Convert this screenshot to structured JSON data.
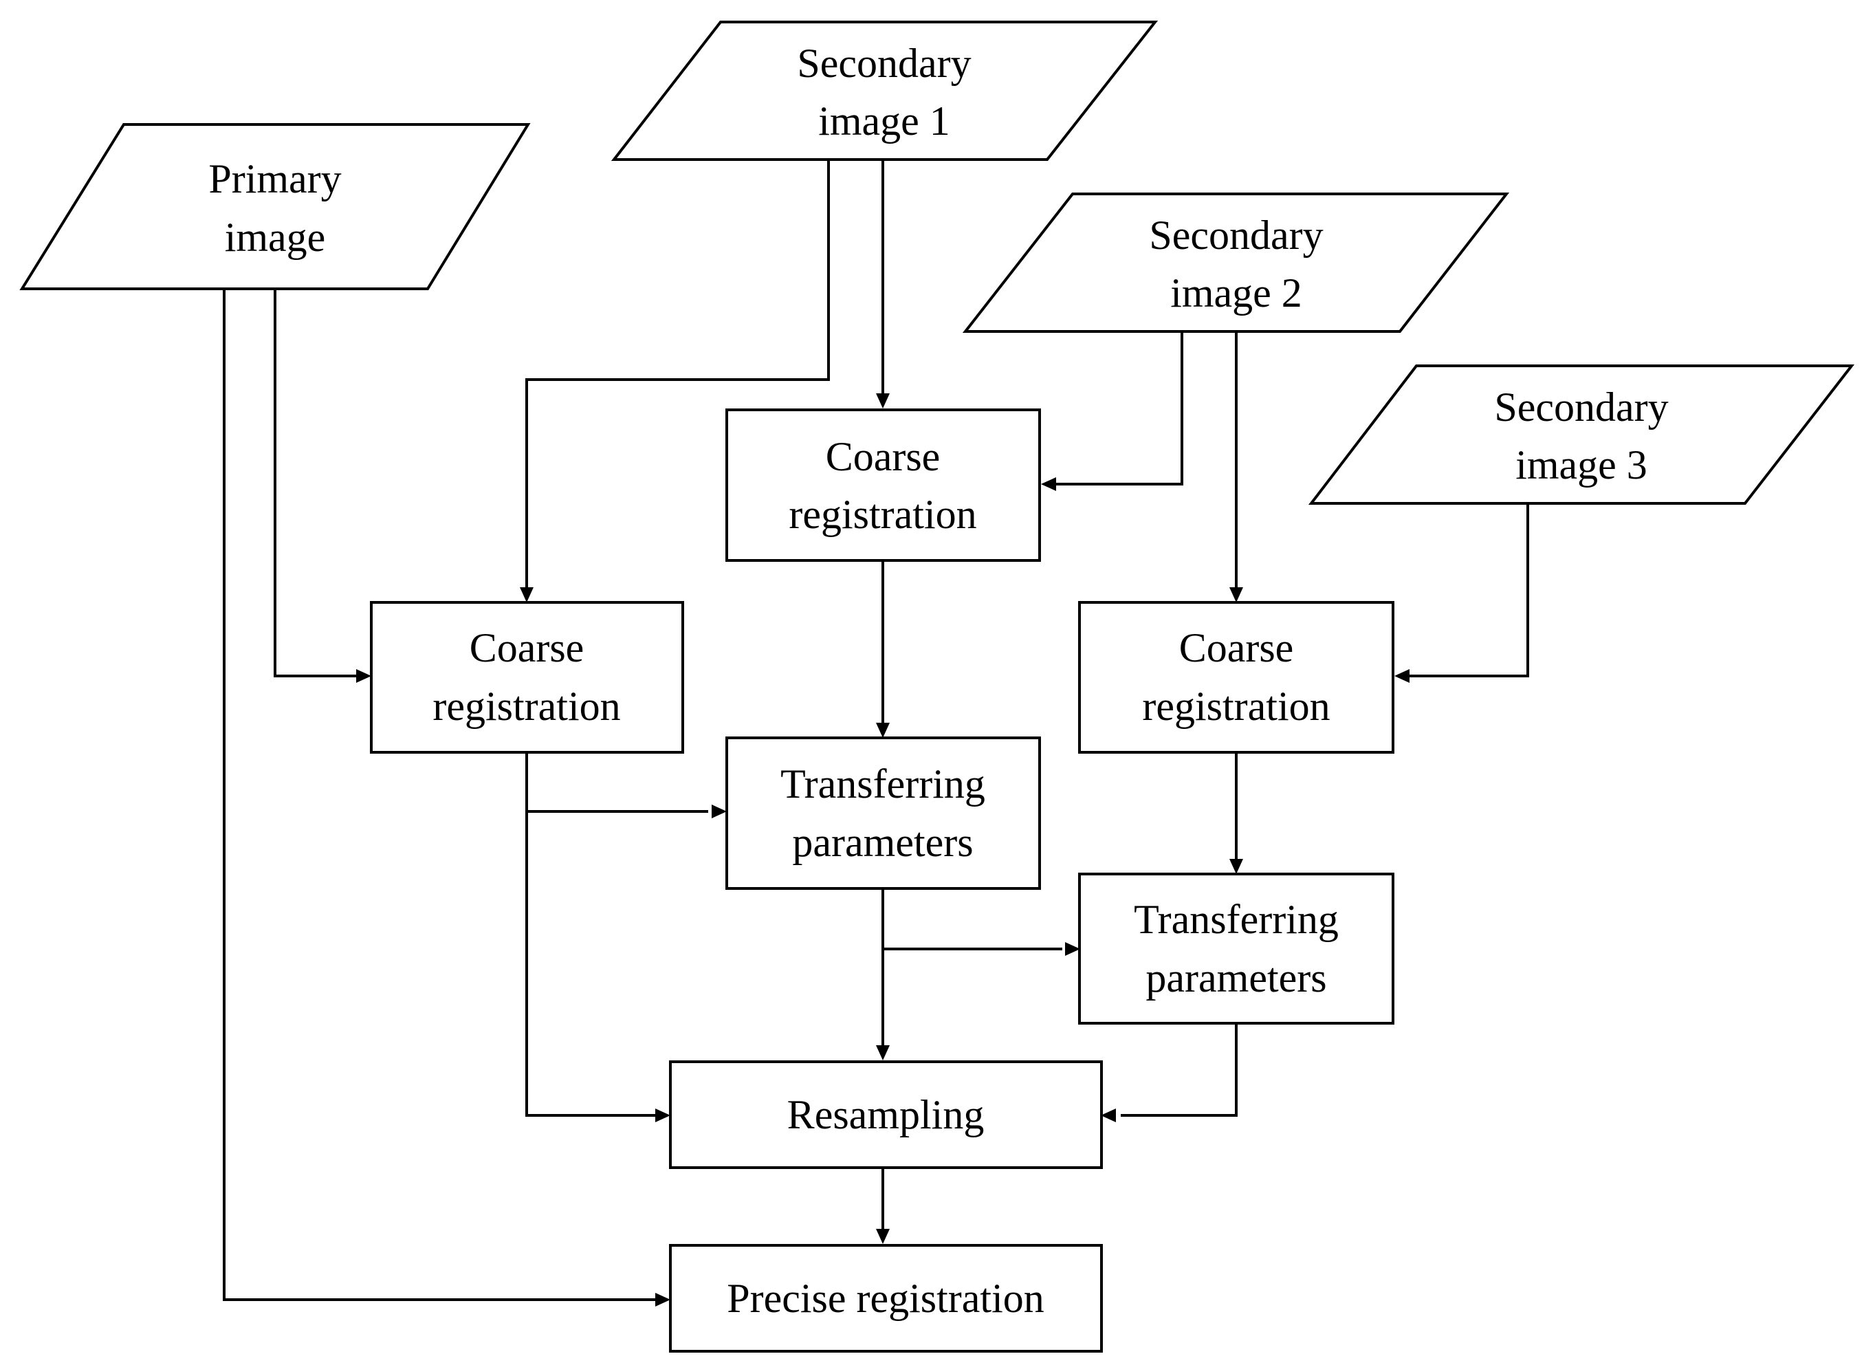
{
  "diagram": {
    "nodes": {
      "primary": {
        "line1": "Primary",
        "line2": "image"
      },
      "secondary1": {
        "line1": "Secondary",
        "line2": "image 1"
      },
      "secondary2": {
        "line1": "Secondary",
        "line2": "image 2"
      },
      "secondary3": {
        "line1": "Secondary",
        "line2": "image 3"
      },
      "coarse_left": {
        "line1": "Coarse",
        "line2": "registration"
      },
      "coarse_mid": {
        "line1": "Coarse",
        "line2": "registration"
      },
      "coarse_right": {
        "line1": "Coarse",
        "line2": "registration"
      },
      "transfer_mid": {
        "line1": "Transferring",
        "line2": "parameters"
      },
      "transfer_right": {
        "line1": "Transferring",
        "line2": "parameters"
      },
      "resampling": {
        "label": "Resampling"
      },
      "precise": {
        "label": "Precise registration"
      }
    },
    "edges": [
      {
        "from": "Primary image",
        "to": "Coarse registration (left)"
      },
      {
        "from": "Primary image",
        "to": "Precise registration"
      },
      {
        "from": "Secondary image 1",
        "to": "Coarse registration (left)"
      },
      {
        "from": "Secondary image 1",
        "to": "Coarse registration (middle)"
      },
      {
        "from": "Secondary image 2",
        "to": "Coarse registration (middle)"
      },
      {
        "from": "Secondary image 2",
        "to": "Coarse registration (right)"
      },
      {
        "from": "Secondary image 3",
        "to": "Coarse registration (right)"
      },
      {
        "from": "Coarse registration (middle)",
        "to": "Transferring parameters (middle)"
      },
      {
        "from": "Coarse registration (left)",
        "to": "Transferring parameters (middle)"
      },
      {
        "from": "Coarse registration (left)",
        "to": "Resampling"
      },
      {
        "from": "Coarse registration (right)",
        "to": "Transferring parameters (right)"
      },
      {
        "from": "Transferring parameters (middle)",
        "to": "Transferring parameters (right)"
      },
      {
        "from": "Transferring parameters (middle)",
        "to": "Resampling"
      },
      {
        "from": "Transferring parameters (right)",
        "to": "Resampling"
      },
      {
        "from": "Resampling",
        "to": "Precise registration"
      }
    ]
  }
}
